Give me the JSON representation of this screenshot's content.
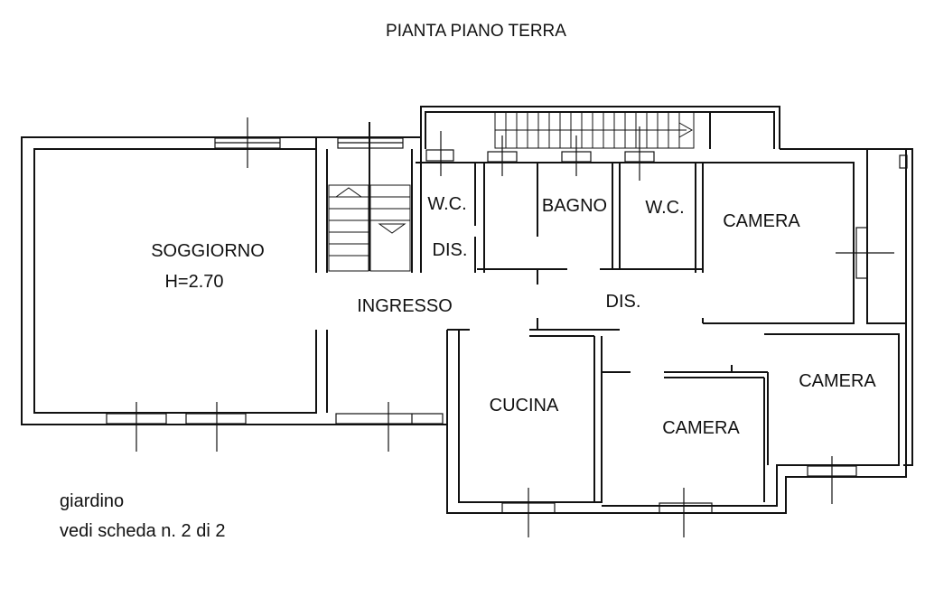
{
  "title": "PIANTA PIANO TERRA",
  "rooms": {
    "soggiorno": "SOGGIORNO",
    "height": "H=2.70",
    "ingresso": "INGRESSO",
    "wc1": "W.C.",
    "dis1": "DIS.",
    "bagno": "BAGNO",
    "wc2": "W.C.",
    "camera1": "CAMERA",
    "dis2": "DIS.",
    "cucina": "CUCINA",
    "camera2": "CAMERA",
    "camera3": "CAMERA"
  },
  "notes": {
    "garden": "giardino",
    "see_sheet": "vedi scheda n. 2 di 2"
  }
}
